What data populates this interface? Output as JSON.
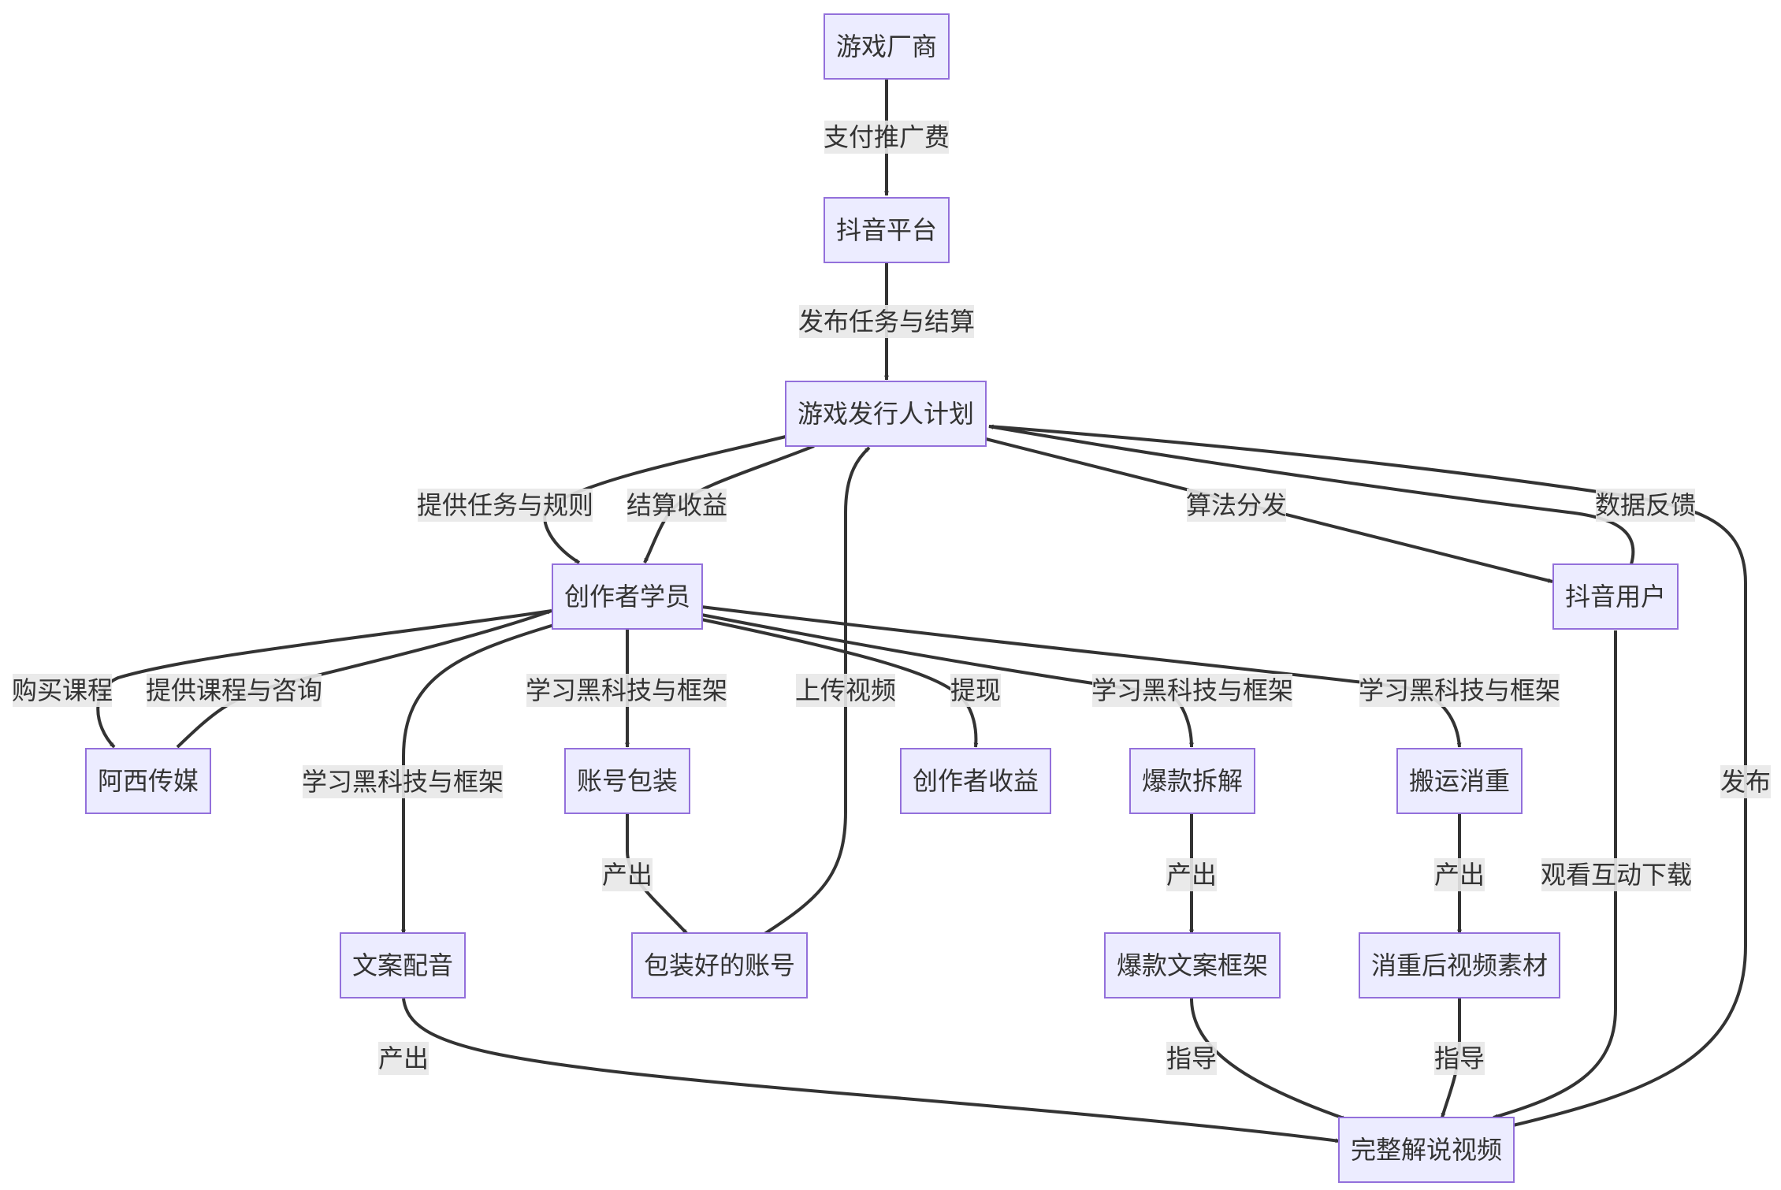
{
  "nodes": {
    "vendor": "游戏厂商",
    "douyin": "抖音平台",
    "plan": "游戏发行人计划",
    "student": "创作者学员",
    "users": "抖音用户",
    "axi": "阿西传媒",
    "account_pack": "账号包装",
    "earnings": "创作者收益",
    "hit_break": "爆款拆解",
    "move_dedupe": "搬运消重",
    "copy_voice": "文案配音",
    "packed_account": "包装好的账号",
    "hit_copy": "爆款文案框架",
    "dedupe_material": "消重后视频素材",
    "final_video": "完整解说视频"
  },
  "edges": {
    "pay_promo": "支付推广费",
    "publish_settle": "发布任务与结算",
    "provide_tasks": "提供任务与规则",
    "settle_income": "结算收益",
    "algo_dist": "算法分发",
    "data_feedback": "数据反馈",
    "buy_course": "购买课程",
    "provide_course": "提供课程与咨询",
    "learn_copy": "学习黑科技与框架",
    "learn_pack": "学习黑科技与框架",
    "upload": "上传视频",
    "withdraw": "提现",
    "learn_hit": "学习黑科技与框架",
    "learn_move": "学习黑科技与框架",
    "produce_pack": "产出",
    "produce_hit": "产出",
    "produce_dedupe": "产出",
    "watch": "观看互动下载",
    "publish": "发布",
    "produce_copy": "产出",
    "guide_hit": "指导",
    "guide_dedupe": "指导"
  }
}
